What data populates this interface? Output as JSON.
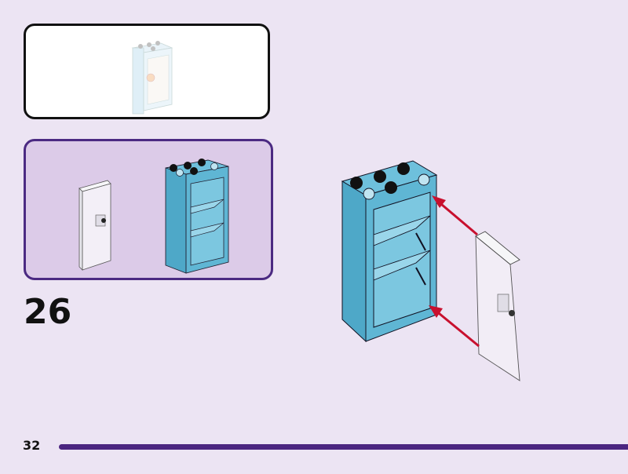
{
  "page": {
    "step_number": "26",
    "page_number": "32",
    "accent_color": "#4b2580",
    "background_color": "#ece4f3"
  },
  "result_preview": {
    "description": "completed cabinet with door (faded preview)"
  },
  "parts_callout": {
    "parts": [
      {
        "name": "transparent door",
        "quantity": 1
      },
      {
        "name": "medium azure cupboard with shelves",
        "quantity": 1
      }
    ],
    "part_color": "#5fb6d4"
  },
  "assembly": {
    "instruction": "attach door to cabinet",
    "arrow_color": "#c8102e",
    "arrow_count": 2
  }
}
